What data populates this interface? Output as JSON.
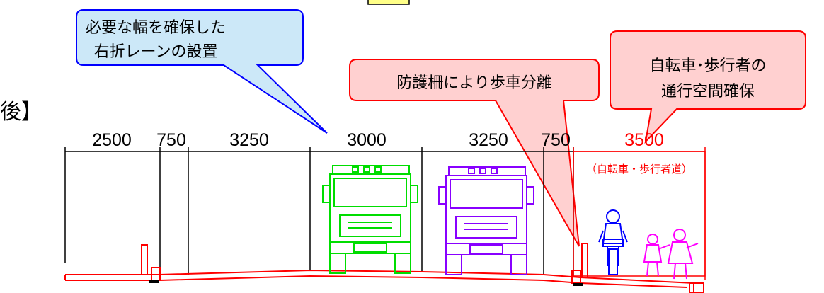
{
  "callouts": {
    "right_turn": {
      "line1": "必要な幅を確保した",
      "line2": "右折レーンの設置"
    },
    "guardrail": {
      "text": "防護柵により歩車分離"
    },
    "pedestrian": {
      "line1": "自転車･歩行者の",
      "line2": "通行空間確保"
    }
  },
  "section_label": "後】",
  "dimensions": [
    {
      "label": "2500"
    },
    {
      "label": "750"
    },
    {
      "label": "3250"
    },
    {
      "label": "3000"
    },
    {
      "label": "3250"
    },
    {
      "label": "750"
    },
    {
      "label": "3500",
      "color": "#ff0000"
    }
  ],
  "sidewalk_label": "（自転車・歩行者道）",
  "colors": {
    "callout_blue_fill": "#cce8f8",
    "callout_blue_stroke": "#0000ff",
    "callout_red_fill": "#ffd0d0",
    "callout_red_stroke": "#ff0000",
    "arrow_fill": "#ffff88",
    "truck_green": "#00dd00",
    "truck_purple": "#8800ff",
    "cyclist_blue": "#0000ff",
    "pedestrian_magenta": "#ff00ff",
    "road_red": "#ff0000"
  },
  "icons": [
    "down-arrow-icon",
    "truck-icon",
    "cyclist-icon",
    "pedestrian-icon"
  ]
}
